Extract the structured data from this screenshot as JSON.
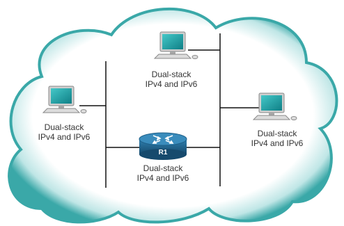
{
  "colors": {
    "cloud_edge": "#3aa8a8",
    "cloud_fill": "#ffffff",
    "link": "#111111",
    "router": "#1d5f88",
    "screen": "#1fa3a3",
    "monitor_body": "#d8d8d8"
  },
  "nodes": {
    "pc_top": {
      "icon": "desktop-computer-icon",
      "line1": "Dual-stack",
      "line2": "IPv4 and IPv6"
    },
    "pc_left": {
      "icon": "desktop-computer-icon",
      "line1": "Dual-stack",
      "line2": "IPv4 and IPv6"
    },
    "pc_right": {
      "icon": "desktop-computer-icon",
      "line1": "Dual-stack",
      "line2": "IPv4 and IPv6"
    },
    "router": {
      "icon": "router-icon",
      "name": "R1",
      "line1": "Dual-stack",
      "line2": "IPv4 and IPv6"
    }
  }
}
